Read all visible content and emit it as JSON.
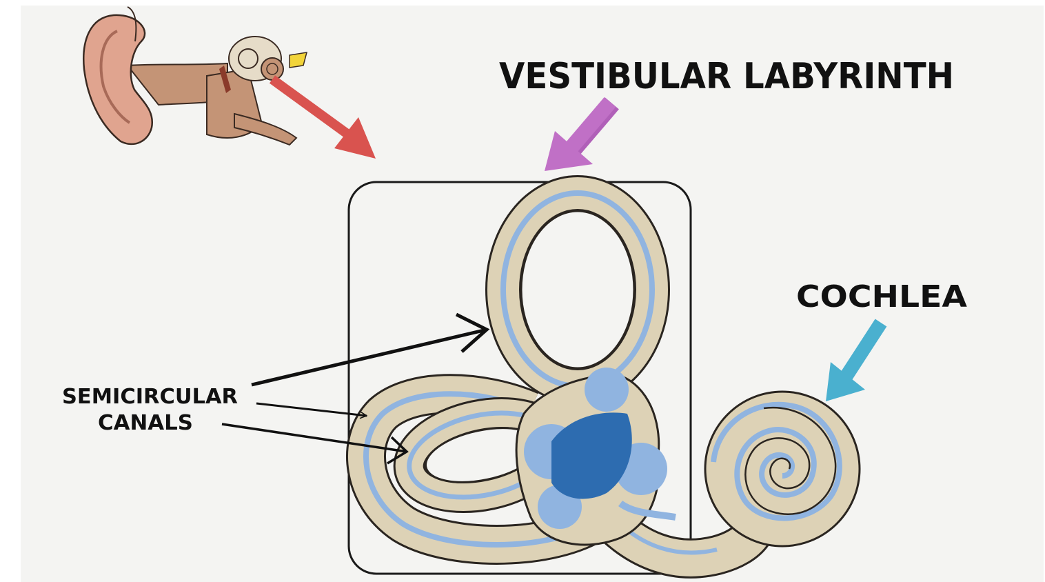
{
  "diagram": {
    "labels": {
      "vestibular": "VESTIBULAR LABYRINTH",
      "cochlea": "COCHLEA",
      "semicircular_line1": "SEMICIRCULAR",
      "semicircular_line2": "CANALS"
    },
    "colors": {
      "background": "#f4f4f2",
      "bone": "#ddd2b6",
      "outline": "#2a2520",
      "fluid": "#90b4e0",
      "fluid_dark": "#2d6cb0",
      "vestibular_arrow": "#c070c6",
      "cochlea_arrow": "#4ab0cf",
      "ear_arrow": "#d9534f",
      "frame": "#1a1a1a",
      "skin": "#e0a48f",
      "canal": "#c49476"
    },
    "icons": [
      "outer-ear-icon",
      "inner-ear-icon"
    ]
  }
}
